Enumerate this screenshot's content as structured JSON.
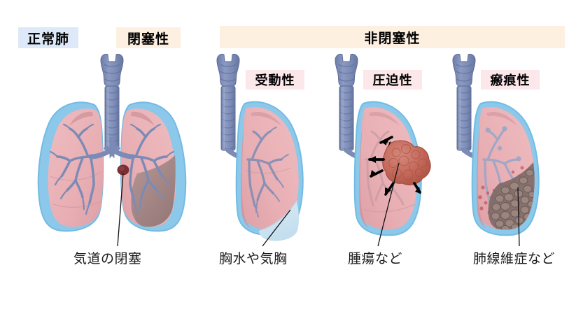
{
  "figure": {
    "title_groups": {
      "normal": "正常肺",
      "obstructive": "閉塞性",
      "non_obstructive": "非閉塞性"
    },
    "subtypes": [
      {
        "id": "passive",
        "label": "受動性"
      },
      {
        "id": "compressive",
        "label": "圧迫性"
      },
      {
        "id": "cicatricial",
        "label": "瘢痕性"
      }
    ],
    "captions": [
      {
        "id": "airway-obstruction",
        "text": "気道の閉塞"
      },
      {
        "id": "pleural-effusion-pneumothorax",
        "text": "胸水や気胸"
      },
      {
        "id": "tumor",
        "text": "腫瘍など"
      },
      {
        "id": "pulmonary-fibrosis",
        "text": "肺線維症など"
      }
    ],
    "colors": {
      "lung_pink": "#e8afb4",
      "lung_pink_light": "#eebcc0",
      "lung_shadow": "#cf929a",
      "pleura_blue": "#8cc8ea",
      "pleura_blue_dark": "#5fb0dd",
      "airway_blue": "#7b8bb5",
      "airway_blue_dark": "#6878a4",
      "obstruction_dot": "#7a2e33",
      "effusion_blue": "#cfe4f0",
      "tumor_red": "#c4695c",
      "tumor_red_dark": "#a9503f",
      "honeycomb_brown": "#7e6a66",
      "collapse_gray": "#8c7a78",
      "banner_cream": "#fdf0e1",
      "banner_blue": "#dde9f8",
      "sublabel_pink": "#fce7ea",
      "leader_line": "#111111",
      "arrow_black": "#000000"
    }
  }
}
